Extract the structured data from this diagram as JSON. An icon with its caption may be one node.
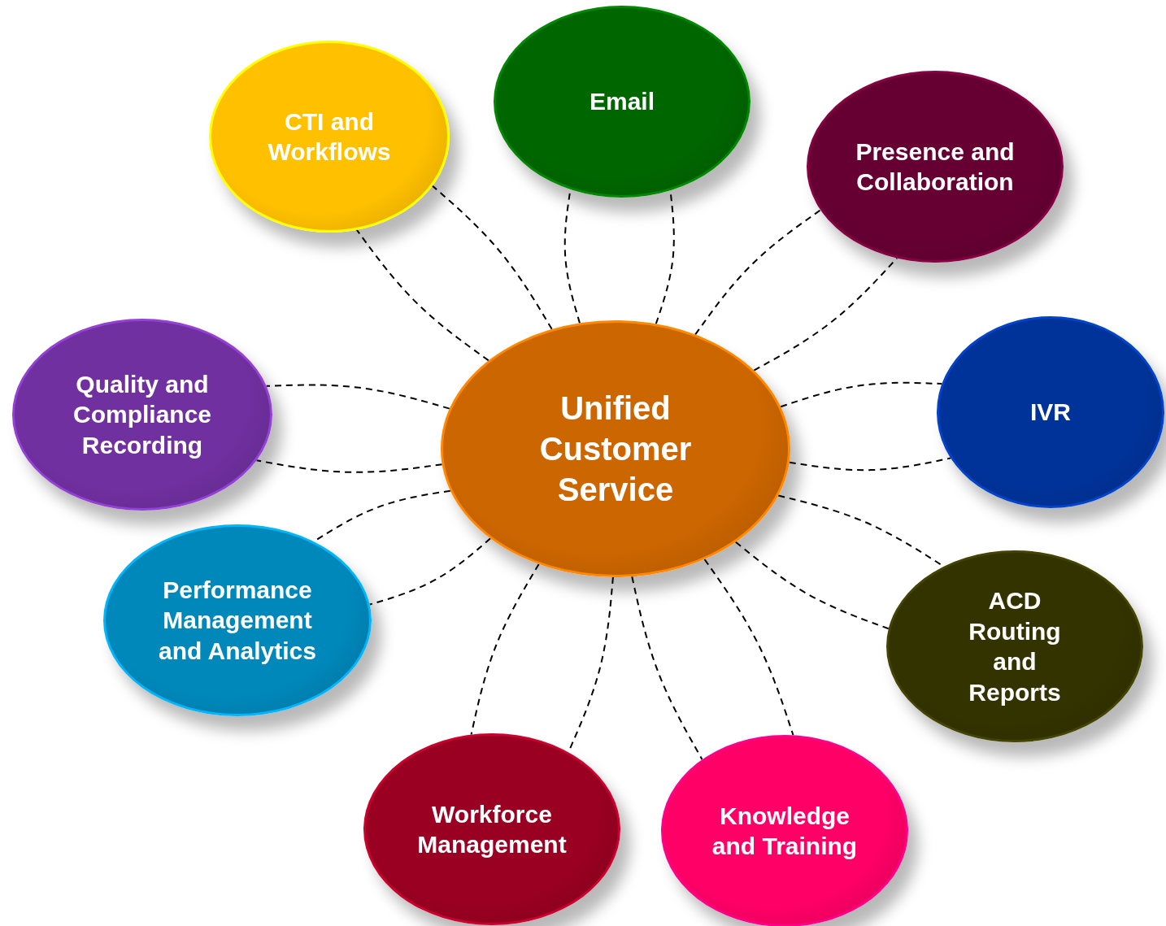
{
  "diagram": {
    "nodes": [
      {
        "text": [
          "Unified Customer Service"
        ]
      },
      {
        "text": [
          "CTI and Workflows"
        ]
      },
      {
        "text": [
          "Email"
        ]
      },
      {
        "text": [
          "Presence and Collaboration"
        ]
      },
      {
        "text": [
          "IVR"
        ]
      },
      {
        "text": [
          "ACD Routing and Reports"
        ]
      },
      {
        "text": [
          "Knowledge and Training"
        ]
      },
      {
        "text": [
          "Workforce Management"
        ]
      },
      {
        "text": [
          "Performance Management and Analytics"
        ]
      },
      {
        "text": [
          "Quality and Compliance Recording"
        ]
      }
    ],
    "edges": [
      {
        "from": 0,
        "to": 1,
        "arrow": "none",
        "style": "dashed"
      },
      {
        "from": 0,
        "to": 1,
        "arrow": "none",
        "style": "dashed"
      },
      {
        "from": 0,
        "to": 2,
        "arrow": "none",
        "style": "dashed"
      },
      {
        "from": 0,
        "to": 2,
        "arrow": "none",
        "style": "dashed"
      },
      {
        "from": 0,
        "to": 3,
        "arrow": "none",
        "style": "dashed"
      },
      {
        "from": 0,
        "to": 3,
        "arrow": "none",
        "style": "dashed"
      },
      {
        "from": 0,
        "to": 4,
        "arrow": "none",
        "style": "dashed"
      },
      {
        "from": 0,
        "to": 4,
        "arrow": "none",
        "style": "dashed"
      },
      {
        "from": 0,
        "to": 5,
        "arrow": "none",
        "style": "dashed"
      },
      {
        "from": 0,
        "to": 5,
        "arrow": "none",
        "style": "dashed"
      },
      {
        "from": 0,
        "to": 6,
        "arrow": "none",
        "style": "dashed"
      },
      {
        "from": 0,
        "to": 6,
        "arrow": "none",
        "style": "dashed"
      },
      {
        "from": 0,
        "to": 7,
        "arrow": "none",
        "style": "dashed"
      },
      {
        "from": 0,
        "to": 7,
        "arrow": "none",
        "style": "dashed"
      },
      {
        "from": 0,
        "to": 8,
        "arrow": "none",
        "style": "dashed"
      },
      {
        "from": 0,
        "to": 8,
        "arrow": "none",
        "style": "dashed"
      },
      {
        "from": 0,
        "to": 9,
        "arrow": "none",
        "style": "dashed"
      },
      {
        "from": 0,
        "to": 9,
        "arrow": "none",
        "style": "dashed"
      }
    ]
  }
}
